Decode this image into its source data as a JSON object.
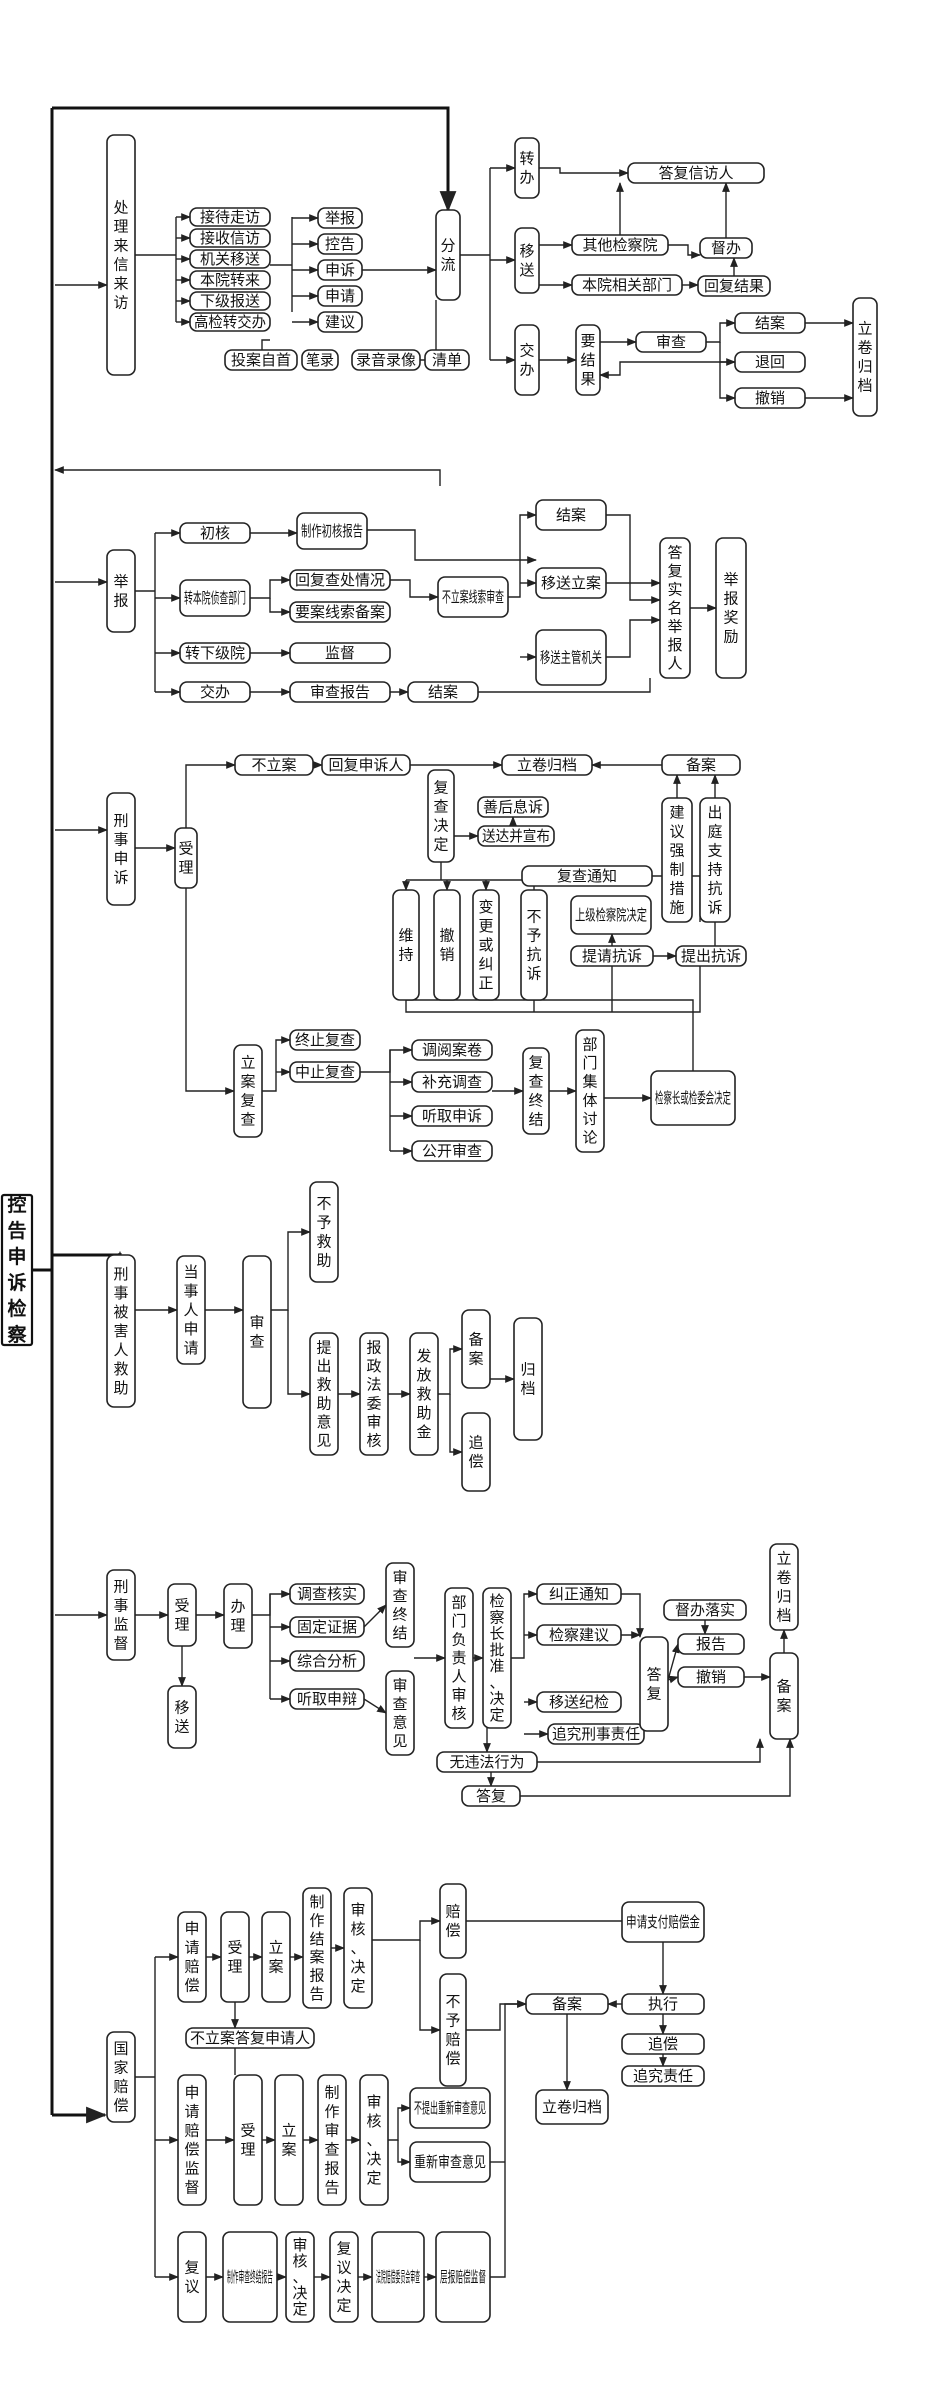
{
  "root": "控告申诉检察",
  "sections": {
    "visit": {
      "title": "处理来信来访",
      "channels": [
        "接待走访",
        "接收信访",
        "机关移送",
        "本院转来",
        "下级报送",
        "高检转交办"
      ],
      "types": [
        "举报",
        "控告",
        "申诉",
        "申请",
        "建议"
      ],
      "methods": [
        "投案自首",
        "笔录",
        "录音录像",
        "清单"
      ],
      "triage": "分流",
      "transfer": "转办",
      "forward": "移送",
      "assign": "交办",
      "other_procuratorate": "其他检察院",
      "internal_dept": "本院相关部门",
      "reply_visitor": "答复信访人",
      "urge": "督办",
      "reply_result": "回复结果",
      "require_result": "要结果",
      "review": "审查",
      "close_case": "结案",
      "return": "退回",
      "revoke": "撤销",
      "archive": "立卷归档"
    },
    "report": {
      "title": "举报",
      "initial_check": "初核",
      "make_report": "制作初核报告",
      "transfer_dept": "转本院侦查部门",
      "reply_progress": "回复查处情况",
      "request_clue": "要案线索备案",
      "transfer_lower": "转下级院",
      "supervise": "监督",
      "assign": "交办",
      "review_report": "审查报告",
      "close_case": "结案",
      "no_case_review": "不立案线索审查",
      "closed": "结案",
      "transfer_case": "移送立案",
      "transfer_authority": "移送主管机关",
      "reply_reporter": "答复实名举报人",
      "reward": "举报奖励"
    },
    "criminal_appeal": {
      "title": "刑事申诉",
      "accept": "受理",
      "no_case": "不立案",
      "reply_appellant": "回复申诉人",
      "archive": "立卷归档",
      "record": "备案",
      "review_decision": "复查决定",
      "aftercare": "善后息诉",
      "serve_announce": "送达并宣布",
      "review_notice": "复查通知",
      "upper_decision": "上级检察院决定",
      "request_protest": "提请抗诉",
      "file_protest": "提出抗诉",
      "suggest_measures": "建议强制措施",
      "court_support": "出庭支持抗诉",
      "maintain": "维持",
      "revoke": "撤销",
      "change": "变更或纠正",
      "no_protest": "不予抗诉",
      "case_review": "立案复查",
      "terminate": "终止复查",
      "suspend": "中止复查",
      "read_files": "调阅案卷",
      "supplement": "补充调查",
      "hear": "听取申诉",
      "public_review": "公开审查",
      "review_end": "复查终结",
      "dept_discuss": "部门集体讨论",
      "chief_decision": "检察长或检委会决定"
    },
    "victim_aid": {
      "title": "刑事被害人救助",
      "apply": "当事人申请",
      "review": "审查",
      "no_aid": "不予救助",
      "propose": "提出救助意见",
      "committee": "报政法委审核",
      "pay": "发放救助金",
      "record": "备案",
      "recover": "追偿",
      "archive": "归档"
    },
    "criminal_supervision": {
      "title": "刑事监督",
      "accept": "受理",
      "forward": "移送",
      "handle": "办理",
      "investigate": "调查核实",
      "fix_evidence": "固定证据",
      "analysis": "综合分析",
      "listen": "听取申辩",
      "review_end": "审查终结",
      "review_opinion": "审查意见",
      "dept_head": "部门负责人审核",
      "chief_approve": "检察长批准、决定",
      "correct_notice": "纠正通知",
      "suggestion": "检察建议",
      "transfer_check": "移送纪检",
      "criminal_liability": "追究刑事责任",
      "reply": "答复",
      "urge_implement": "督办落实",
      "report": "报告",
      "withdraw": "撤销",
      "record": "备案",
      "archive": "立卷归档",
      "no_violation": "无违法行为",
      "final_reply": "答复"
    },
    "state_comp": {
      "title": "国家赔偿",
      "apply_comp": "申请赔偿",
      "accept": "受理",
      "file": "立案",
      "make_report": "制作结案报告",
      "approve": "审核、决定",
      "compensate": "赔偿",
      "no_comp": "不予赔偿",
      "no_file_reply": "不立案答复申请人",
      "apply_pay": "申请支付赔偿金",
      "execute": "执行",
      "record": "备案",
      "recover": "追偿",
      "liability": "追究责任",
      "archive": "立卷归档",
      "apply_supervise": "申请赔偿监督",
      "accept2": "受理",
      "file2": "立案",
      "make_review": "制作审查报告",
      "approve2": "审核、决定",
      "no_reexam": "不提出重新审查意见",
      "reexam": "重新审查意见",
      "reconsider": "复议",
      "make_end": "制作审查终结报告",
      "approve3": "审核、决定",
      "reconsider_decision": "复议决定",
      "court_committee": "法院赔偿委员会审查",
      "report_supervise": "层报赔偿监督"
    }
  }
}
